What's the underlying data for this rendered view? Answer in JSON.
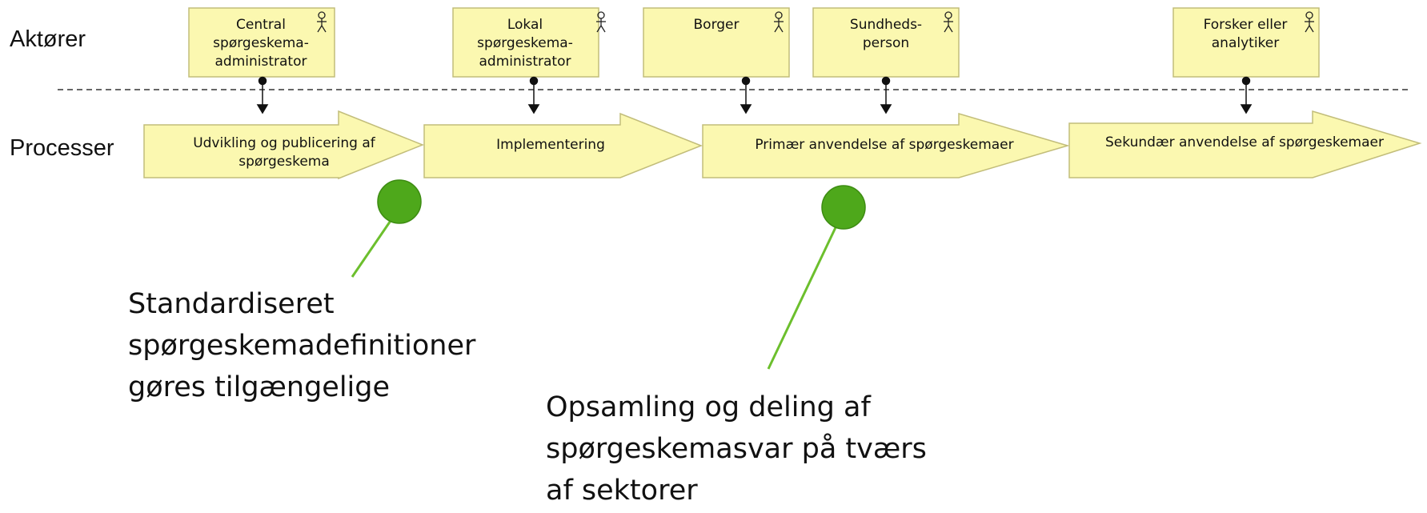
{
  "lanes": {
    "actors_label": "Aktører",
    "processes_label": "Processer"
  },
  "actors": [
    {
      "id": "central-admin",
      "lines": [
        "Central",
        "spørgeskema-",
        "administrator"
      ]
    },
    {
      "id": "local-admin",
      "lines": [
        "Lokal",
        "spørgeskema-",
        "administrator"
      ]
    },
    {
      "id": "citizen",
      "lines": [
        "Borger"
      ]
    },
    {
      "id": "health-person",
      "lines": [
        "Sundheds-",
        "person"
      ]
    },
    {
      "id": "researcher",
      "lines": [
        "Forsker eller",
        "analytiker"
      ]
    }
  ],
  "processes": [
    {
      "id": "development",
      "lines": [
        "Udvikling og publicering af",
        "spørgeskema"
      ]
    },
    {
      "id": "implementation",
      "lines": [
        "Implementering"
      ]
    },
    {
      "id": "primary-use",
      "lines": [
        "Primær anvendelse af spørgeskemaer"
      ]
    },
    {
      "id": "secondary-use",
      "lines": [
        "Sekundær anvendelse af spørgeskemaer"
      ]
    }
  ],
  "callouts": [
    {
      "id": "standardized",
      "lines": [
        "Standardiseret",
        "spørgeskemadefinitioner",
        "gøres tilgængelige"
      ]
    },
    {
      "id": "collection",
      "lines": [
        "Opsamling og deling af",
        "spørgeskemasvar på tværs",
        "af sektorer"
      ]
    }
  ],
  "colors": {
    "box_fill": "#fbf8b0",
    "box_stroke": "#c2bd7a",
    "callout_dot": "#4ea81b",
    "callout_line": "#6cbf2d",
    "divider": "#333333"
  }
}
